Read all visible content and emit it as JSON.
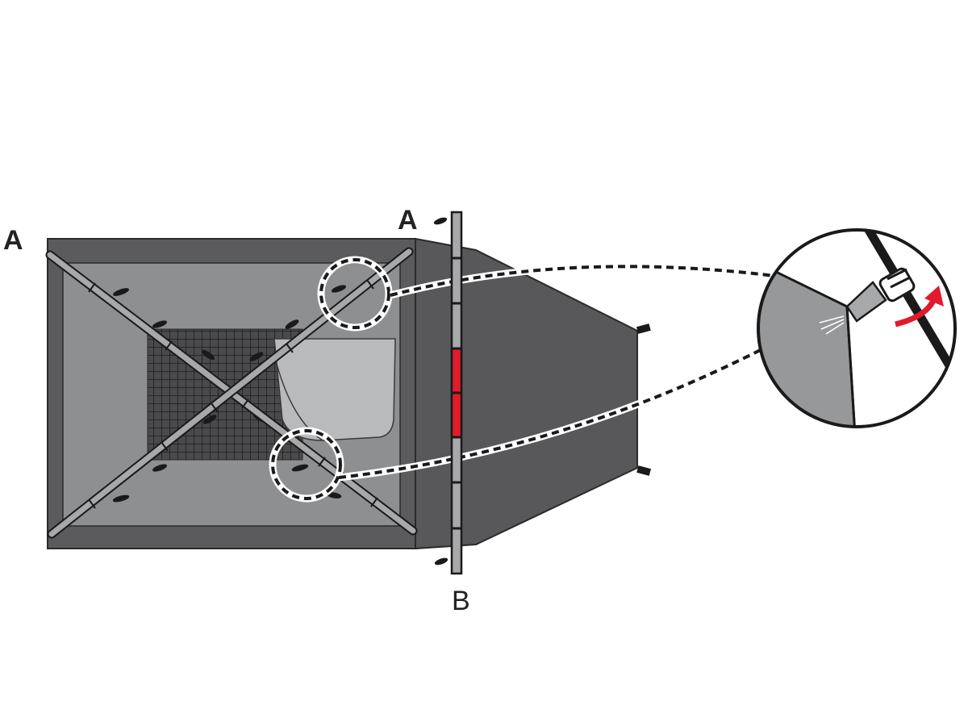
{
  "labels": {
    "pole_a_left": "A",
    "pole_a_right": "A",
    "pole_b": "B"
  },
  "colors": {
    "tent_outer": "#5b5b5d",
    "tent_inner": "#8e8f91",
    "vestibule": "#58585a",
    "door_panel": "#b9babc",
    "pole_fill": "#a7a8aa",
    "pole_stroke": "#1a1a1a",
    "pole_highlight": "#e11b2c",
    "mesh": "#222222",
    "callout_arrow": "#e11b2c"
  },
  "icons": {
    "detail_callout": "zoom-detail-icon",
    "rotate_arrow": "curved-arrow-icon",
    "clip": "pole-clip-icon",
    "stake": "stake-loop-icon"
  }
}
